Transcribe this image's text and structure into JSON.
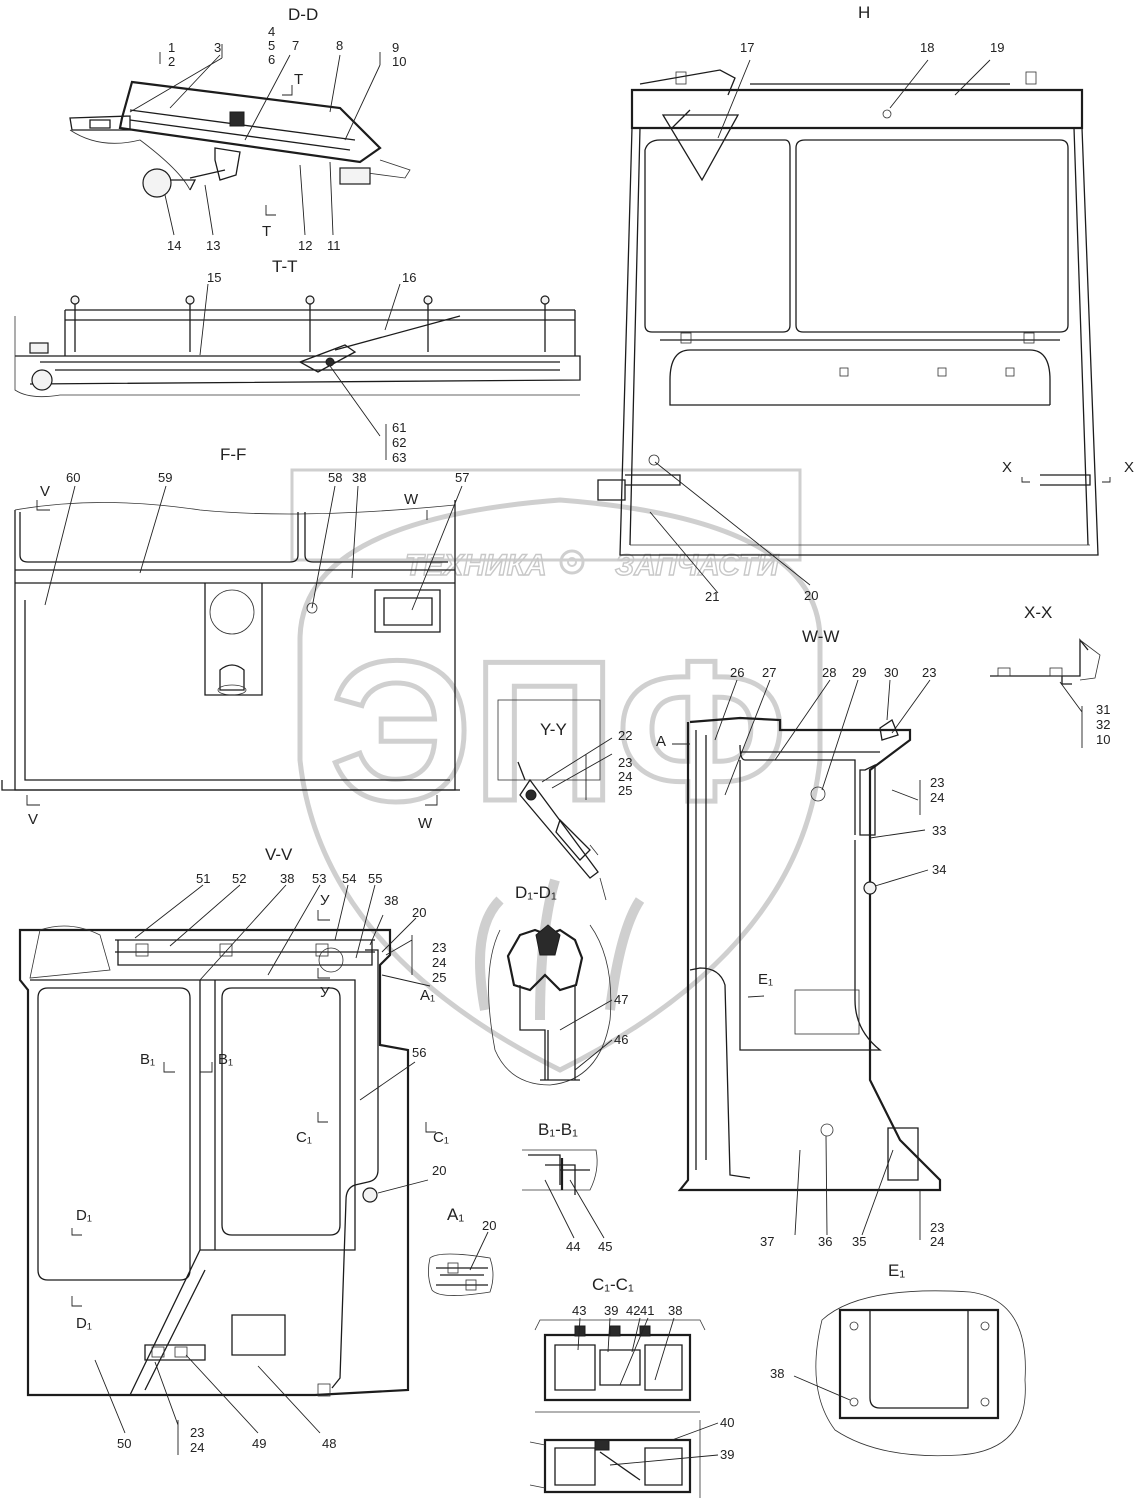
{
  "watermark": {
    "text_left": "ТЕХНИКА",
    "text_right": "ЗАПЧАСТИ",
    "logo_letters": "ЭПФ",
    "icon": "gear-icon"
  },
  "views": [
    {
      "id": "dd",
      "title": "D-D"
    },
    {
      "id": "tt",
      "title": "T-T"
    },
    {
      "id": "h",
      "title": "H"
    },
    {
      "id": "ff",
      "title": "F-F"
    },
    {
      "id": "xx",
      "title": "X-X"
    },
    {
      "id": "ww",
      "title": "W-W"
    },
    {
      "id": "yy",
      "title": "Y-Y"
    },
    {
      "id": "d1d1",
      "title": "D₁-D₁"
    },
    {
      "id": "vv",
      "title": "V-V"
    },
    {
      "id": "b1b1",
      "title": "B₁-B₁"
    },
    {
      "id": "a1",
      "title": "A₁"
    },
    {
      "id": "c1c1",
      "title": "C₁-C₁"
    },
    {
      "id": "e1",
      "title": "E₁"
    }
  ],
  "section_marks": [
    "T",
    "T",
    "X",
    "X",
    "V",
    "V",
    "W",
    "W",
    "A",
    "A₁",
    "У",
    "У",
    "B₁",
    "B₁",
    "C₁",
    "C₁",
    "D₁",
    "D₁",
    "E₁"
  ],
  "part_labels": {
    "dd": [
      "1",
      "2",
      "3",
      "4",
      "5",
      "6",
      "7",
      "8",
      "9",
      "10",
      "11",
      "12",
      "13",
      "14"
    ],
    "tt": [
      "15",
      "16",
      "61",
      "62",
      "63"
    ],
    "h": [
      "17",
      "18",
      "19",
      "20",
      "21"
    ],
    "ff": [
      "60",
      "59",
      "58",
      "38",
      "57"
    ],
    "xx": [
      "31",
      "32",
      "10"
    ],
    "ww": [
      "26",
      "27",
      "28",
      "29",
      "30",
      "23",
      "23",
      "24",
      "33",
      "34",
      "37",
      "36",
      "35",
      "23",
      "24"
    ],
    "yy": [
      "22",
      "23",
      "24",
      "25"
    ],
    "d1d1": [
      "47",
      "46"
    ],
    "vv": [
      "51",
      "52",
      "38",
      "53",
      "54",
      "55",
      "38",
      "20",
      "23",
      "24",
      "25",
      "56",
      "20",
      "50",
      "49",
      "48",
      "23",
      "24"
    ],
    "b1b1": [
      "44",
      "45"
    ],
    "a1": [
      "20"
    ],
    "c1c1": [
      "43",
      "39",
      "42",
      "41",
      "38",
      "40",
      "39"
    ],
    "e1": [
      "38"
    ]
  }
}
